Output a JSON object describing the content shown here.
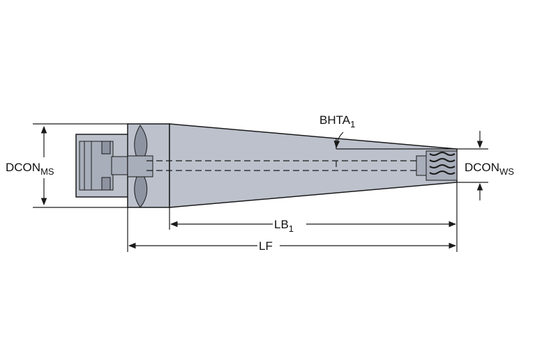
{
  "labels": {
    "dcon_ms": {
      "main": "DCON",
      "sub": "MS"
    },
    "dcon_ws": {
      "main": "DCON",
      "sub": "WS"
    },
    "bhta": {
      "main": "BHTA",
      "sub": "1"
    },
    "lb": {
      "main": "LB",
      "sub": "1"
    },
    "lf": {
      "main": "LF",
      "sub": ""
    }
  },
  "colors": {
    "body_fill": "#bcc1cc",
    "body_dark": "#8d93a0",
    "line": "#1a1a1a"
  }
}
